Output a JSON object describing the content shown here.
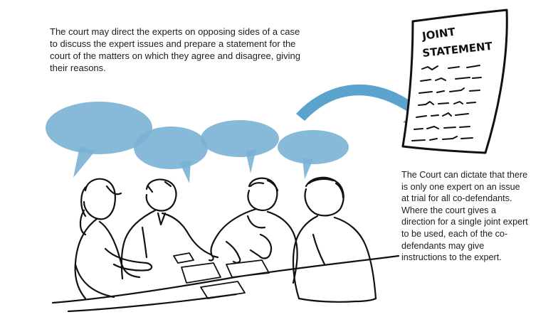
{
  "captions": {
    "top": "The court may direct the experts on opposing sides of a case to discuss the expert issues and prepare a statement for the court of the matters on which they agree and disagree, giving their reasons.",
    "right": "The Court can dictate that there is only one expert on an issue at trial for all co-defendants. Where the court gives a direction for a single joint expert to be used, each of the co-defendants may give instructions to the expert."
  },
  "document": {
    "title_line1": "JOINT",
    "title_line2": "STATEMENT"
  },
  "colors": {
    "bubble": "#7ab3d4",
    "arrow": "#5aa3cc",
    "ink": "#111111"
  },
  "icons": [
    "speech-bubble-icon",
    "curved-arrow-icon",
    "document-icon",
    "meeting-people-illustration"
  ]
}
